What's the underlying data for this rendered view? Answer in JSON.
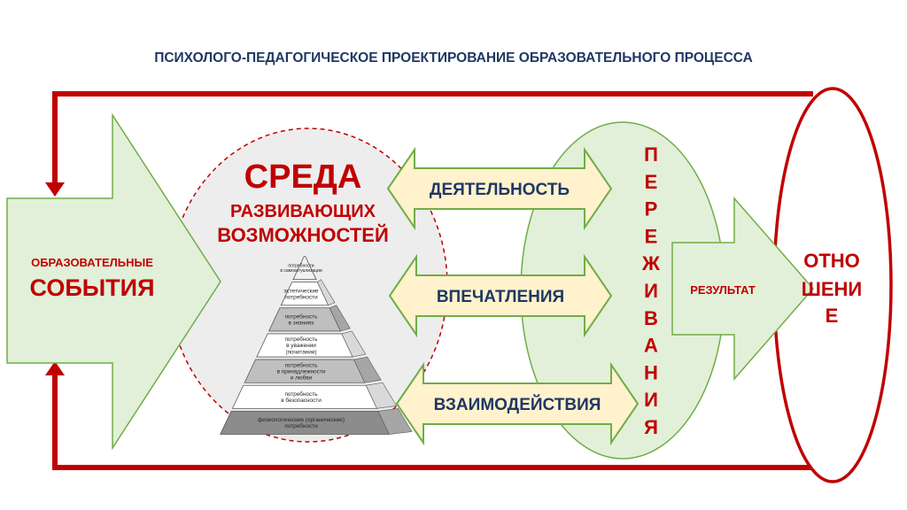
{
  "title": "ПСИХОЛОГО-ПЕДАГОГИЧЕСКОЕ ПРОЕКТИРОВАНИЕ ОБРАЗОВАТЕЛЬНОГО ПРОЦЕССА",
  "left_arrow": {
    "line1": "ОБРАЗОВАТЕЛЬНЫЕ",
    "line2": "СОБЫТИЯ"
  },
  "environment": {
    "line1": "СРЕДА",
    "line2": "РАЗВИВАЮЩИХ",
    "line3": "ВОЗМОЖНОСТЕЙ"
  },
  "pyramid_levels": [
    {
      "lines": [
        "потребности",
        "в самоактуализации"
      ]
    },
    {
      "lines": [
        "эстетические",
        "потребности"
      ]
    },
    {
      "lines": [
        "потребность",
        "в знаниях"
      ]
    },
    {
      "lines": [
        "потребность",
        "в уважении",
        "(почитании)"
      ]
    },
    {
      "lines": [
        "потребность",
        "в принадлежности",
        "и любви"
      ]
    },
    {
      "lines": [
        "потребность",
        "в безопасности"
      ]
    },
    {
      "lines": [
        "физиологические (органические)",
        "потребности"
      ]
    }
  ],
  "double_arrows": [
    "ДЕЯТЕЛЬНОСТЬ",
    "ВПЕЧАТЛЕНИЯ",
    "ВЗАИМОДЕЙСТВИЯ"
  ],
  "experiences_letters": [
    "П",
    "Е",
    "Р",
    "Е",
    "Ж",
    "И",
    "В",
    "А",
    "Н",
    "И",
    "Я"
  ],
  "result": "РЕЗУЛЬТАТ",
  "attitude": {
    "line1": "ОТНО",
    "line2": "ШЕНИ",
    "line3": "Е"
  },
  "colors": {
    "title": "#1f3864",
    "red": "#c00000",
    "green_fill": "#e2f0d9",
    "green_stroke": "#70ad47",
    "yellow_fill": "#fff2cc",
    "gray_fill": "#ededed"
  }
}
